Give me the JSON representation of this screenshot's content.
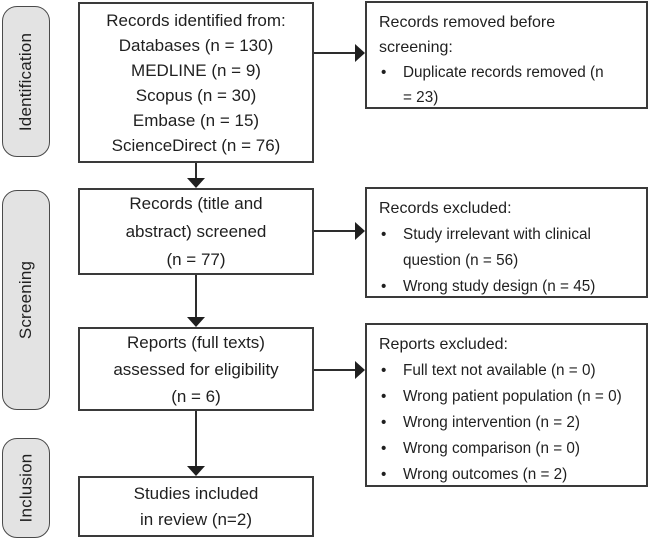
{
  "stages": [
    {
      "label": "Identification"
    },
    {
      "label": "Screening"
    },
    {
      "label": "Inclusion"
    }
  ],
  "flow_boxes": [
    {
      "lines": [
        "Records identified from:",
        "Databases (n = 130)",
        "MEDLINE (n = 9)",
        "Scopus (n = 30)",
        "Embase (n = 15)",
        "ScienceDirect (n = 76)"
      ]
    },
    {
      "lines": [
        "Records (title and",
        "abstract) screened",
        "(n = 77)"
      ]
    },
    {
      "lines": [
        "Reports (full texts)",
        "assessed for eligibility",
        "(n = 6)"
      ]
    },
    {
      "lines": [
        "Studies included",
        "in review (n=2)"
      ]
    }
  ],
  "side_boxes": [
    {
      "title": "Records removed before screening:",
      "bullets": [
        "Duplicate records removed (n = 23)"
      ]
    },
    {
      "title": "Records excluded:",
      "bullets": [
        "Study irrelevant with clinical question (n = 56)",
        "Wrong study design (n = 45)"
      ]
    },
    {
      "title": "Reports excluded:",
      "bullets": [
        "Full text not available (n = 0)",
        "Wrong patient population (n = 0)",
        "Wrong intervention (n = 2)",
        "Wrong comparison (n = 0)",
        "Wrong outcomes (n = 2)"
      ]
    }
  ],
  "glyphs": {
    "bullet": "•"
  },
  "colors": {
    "background": "#ffffff",
    "box_border": "#3a3a3a",
    "stage_fill": "#e3e3e3",
    "stage_border": "#4a4a4a",
    "text": "#1f1f1f",
    "arrow": "#2d2d2d"
  }
}
